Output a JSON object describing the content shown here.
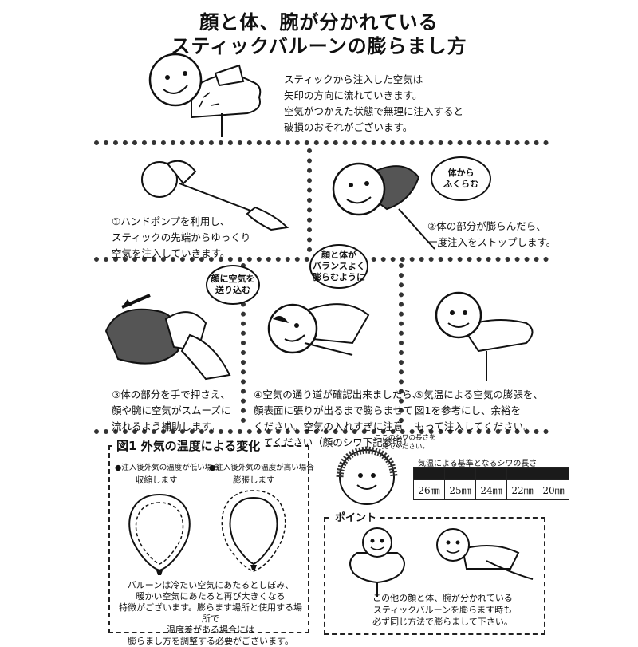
{
  "title": {
    "line1": "顔と体、腕が分かれている",
    "line2": "スティックバルーンの膨らまし方"
  },
  "intro": {
    "lines": [
      "スティックから注入した空気は",
      "矢印の方向に流れていきます。",
      "空気がつかえた状態で無理に注入すると",
      "破損のおそれがございます。"
    ]
  },
  "steps": {
    "s1": [
      "①ハンドポンプを利用し、",
      "スティックの先端からゆっくり",
      "空気を注入していきます。"
    ],
    "s2": [
      "②体の部分が膨らんだら、",
      "一度注入をストップします。"
    ],
    "s3": [
      "③体の部分を手で押さえ、",
      "顔や腕に空気がスムーズに",
      "流れるよう補助します。"
    ],
    "s4": [
      "④空気の通り道が確認出来ましたら、",
      "顔表面に張りが出るまで膨らませて",
      "ください。空気の入れすぎに注意",
      "してください（顔のシワ下記参照）"
    ],
    "s5": [
      "⑤気温による空気の膨張を、",
      "図1を参考にし、余裕を",
      "もって注入してください。"
    ]
  },
  "bubbles": {
    "body_inflate": "体から\nふくらむ",
    "push_face": "顔に空気を\n送り込む",
    "balance": "顔と体が\nバランスよく\n膨らむように"
  },
  "figure1": {
    "title": "図1 外気の温度による変化",
    "left_caption": "●注入後外気の温度が低い場合",
    "left_state": "収縮します",
    "right_caption": "●注入後外気の温度が高い場合",
    "right_state": "膨張します",
    "body": [
      "バルーンは冷たい空気にあたるとしぼみ、",
      "暖かい空気にあたると再び大きくなる",
      "特徴がございます。膨らます場所と使用する場所で",
      "温度差がある場合には",
      "膨らまし方を調整する必要がございます。"
    ]
  },
  "wrinkle": {
    "note": [
      "ここのシワの長さを",
      "見てください。"
    ],
    "table_title": "気温による基準となるシワの長さ",
    "values": [
      "26㎜",
      "25㎜",
      "24㎜",
      "22㎜",
      "20㎜"
    ]
  },
  "point": {
    "title": "ポイント",
    "body": [
      "この他の顔と体、腕が分かれている",
      "スティックバルーンを膨らます時も",
      "必ず同じ方法で膨らまして下さい。"
    ]
  }
}
